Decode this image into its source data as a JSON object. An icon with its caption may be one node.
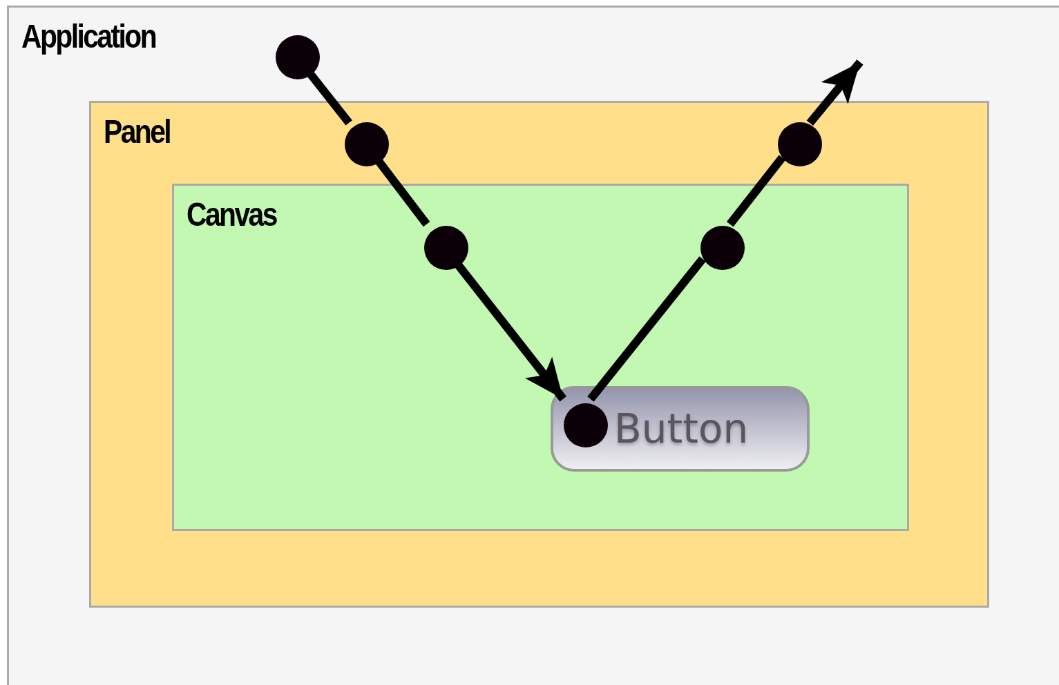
{
  "diagram": {
    "nodes": [
      {
        "text": [
          "Application"
        ]
      },
      {
        "text": [
          "Panel"
        ],
        "in": 0
      },
      {
        "text": [
          "Canvas"
        ],
        "in": 1
      },
      {
        "text": [
          "Button"
        ],
        "in": 2
      },
      {
        "text": [],
        "shape": "circle",
        "in": 0
      },
      {
        "text": [],
        "shape": "circle",
        "in": 1
      },
      {
        "text": [],
        "shape": "circle",
        "in": 2
      },
      {
        "text": [],
        "shape": "circle",
        "in": 3
      },
      {
        "text": [],
        "shape": "circle",
        "in": 2
      },
      {
        "text": [],
        "shape": "circle",
        "in": 1
      }
    ],
    "edges": [
      {
        "from": 4,
        "to": 5,
        "arrow": "none"
      },
      {
        "from": 5,
        "to": 6,
        "arrow": "none"
      },
      {
        "from": 6,
        "to": 7,
        "arrow": "to"
      },
      {
        "from": 7,
        "to": 8,
        "arrow": "none"
      },
      {
        "from": 8,
        "to": 9,
        "arrow": "none"
      },
      {
        "from": 9,
        "to": null,
        "arrow": "to"
      }
    ]
  }
}
